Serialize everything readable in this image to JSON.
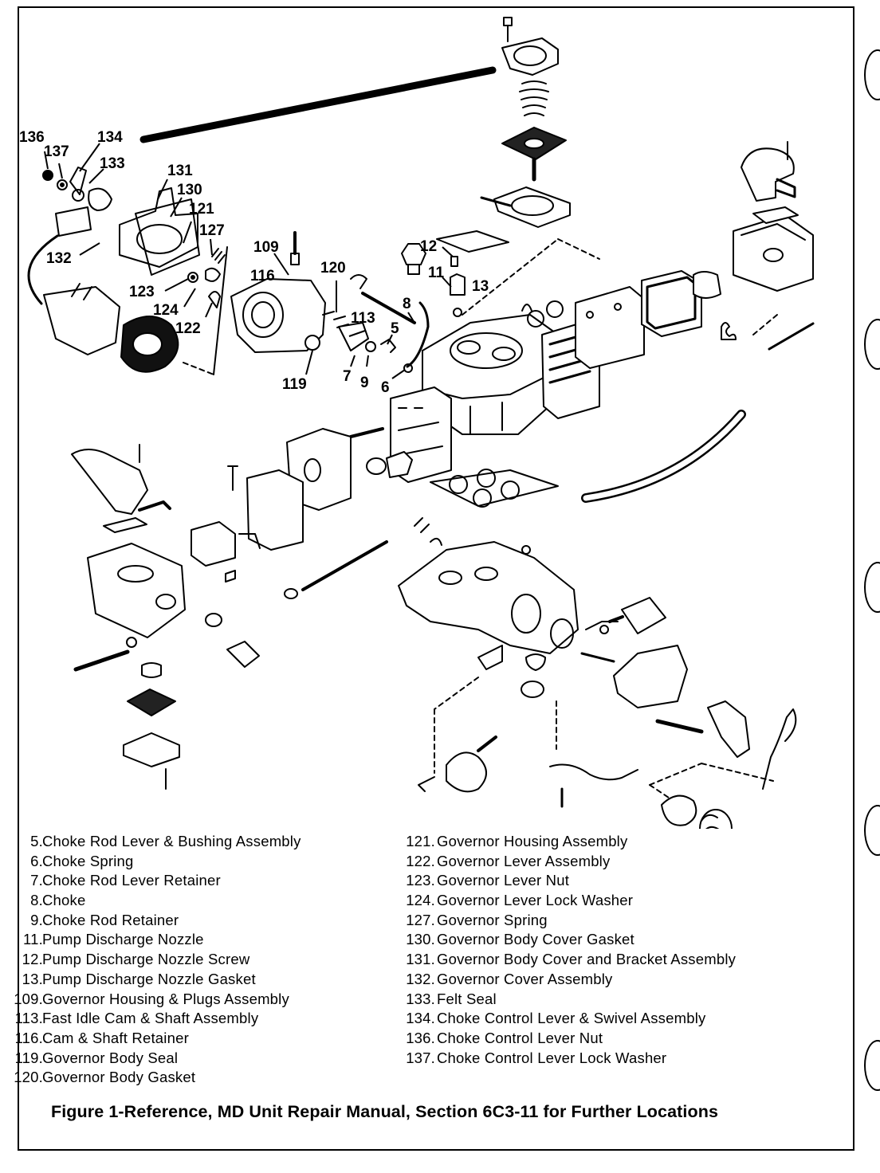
{
  "callouts": [
    "136",
    "137",
    "134",
    "133",
    "131",
    "130",
    "121",
    "127",
    "109",
    "132",
    "123",
    "116",
    "124",
    "122",
    "120",
    "12",
    "11",
    "13",
    "113",
    "8",
    "5",
    "119",
    "7",
    "9",
    "6"
  ],
  "legend_left": [
    {
      "num": "5.",
      "desc": "Choke Rod Lever & Bushing Assembly"
    },
    {
      "num": "6.",
      "desc": "Choke Spring"
    },
    {
      "num": "7.",
      "desc": "Choke Rod Lever Retainer"
    },
    {
      "num": "8.",
      "desc": "Choke"
    },
    {
      "num": "9.",
      "desc": "Choke Rod Retainer"
    },
    {
      "num": "11.",
      "desc": "Pump Discharge Nozzle"
    },
    {
      "num": "12.",
      "desc": "Pump Discharge Nozzle Screw"
    },
    {
      "num": "13.",
      "desc": "Pump Discharge Nozzle Gasket"
    },
    {
      "num": "109.",
      "desc": "Governor Housing & Plugs Assembly"
    },
    {
      "num": "113.",
      "desc": "Fast Idle Cam & Shaft Assembly"
    },
    {
      "num": "116.",
      "desc": "Cam & Shaft Retainer"
    },
    {
      "num": "119.",
      "desc": "Governor Body Seal"
    },
    {
      "num": "120.",
      "desc": "Governor Body Gasket"
    }
  ],
  "legend_right": [
    {
      "num": "121.",
      "desc": "Governor Housing Assembly"
    },
    {
      "num": "122.",
      "desc": "Governor Lever Assembly"
    },
    {
      "num": "123.",
      "desc": "Governor Lever Nut"
    },
    {
      "num": "124.",
      "desc": "Governor Lever Lock Washer"
    },
    {
      "num": "127.",
      "desc": "Governor Spring"
    },
    {
      "num": "130.",
      "desc": "Governor Body Cover Gasket"
    },
    {
      "num": "131.",
      "desc": "Governor Body Cover and Bracket Assembly"
    },
    {
      "num": "132.",
      "desc": "Governor Cover Assembly"
    },
    {
      "num": "133.",
      "desc": "Felt Seal"
    },
    {
      "num": "134.",
      "desc": "Choke Control Lever & Swivel Assembly"
    },
    {
      "num": "136.",
      "desc": "Choke Control Lever Nut"
    },
    {
      "num": "137.",
      "desc": "Choke Control Lever Lock Washer"
    }
  ],
  "caption": "Figure 1-Reference, MD Unit Repair Manual, Section 6C3-11 for Further Locations"
}
